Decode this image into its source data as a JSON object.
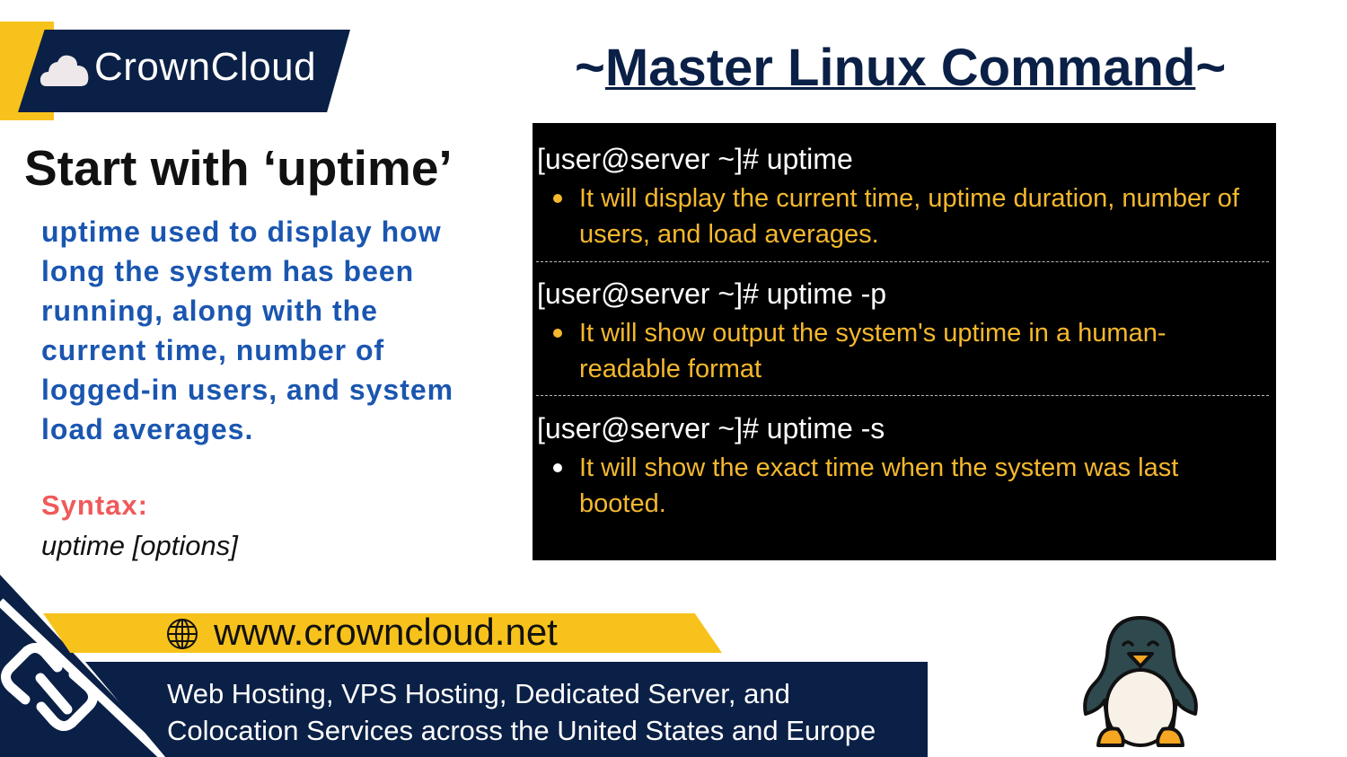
{
  "brand": {
    "name": "CrownCloud",
    "icon": "cloud-icon"
  },
  "title": {
    "prefix": "~",
    "text": "Master Linux Command",
    "suffix": "~"
  },
  "heading": "Start with ‘uptime’",
  "description": "uptime used to display how long the system has been running, along with the current time, number of logged-in users, and system load averages.",
  "syntax": {
    "label": "Syntax:",
    "value": "uptime [options]"
  },
  "terminal": {
    "entries": [
      {
        "command": "[user@server ~]# uptime",
        "description": "It will display the current time, uptime duration, number of users, and load averages.",
        "bullet_color": "#f5b82e"
      },
      {
        "command": "[user@server ~]# uptime -p",
        "description": "It will show output the system's uptime in a human-readable format",
        "bullet_color": "#f5b82e"
      },
      {
        "command": "[user@server ~]# uptime -s",
        "description": "It will show the exact time when the system was last booted.",
        "bullet_color": "#ffffff"
      }
    ]
  },
  "footer": {
    "url": "www.crowncloud.net",
    "services_line1": "Web Hosting, VPS Hosting, Dedicated Server, and",
    "services_line2": "Colocation Services across the United States and Europe"
  },
  "colors": {
    "navy": "#0b2046",
    "yellow": "#f8c21c",
    "blue_text": "#1a56b0",
    "syntax_red": "#f05a5a"
  }
}
